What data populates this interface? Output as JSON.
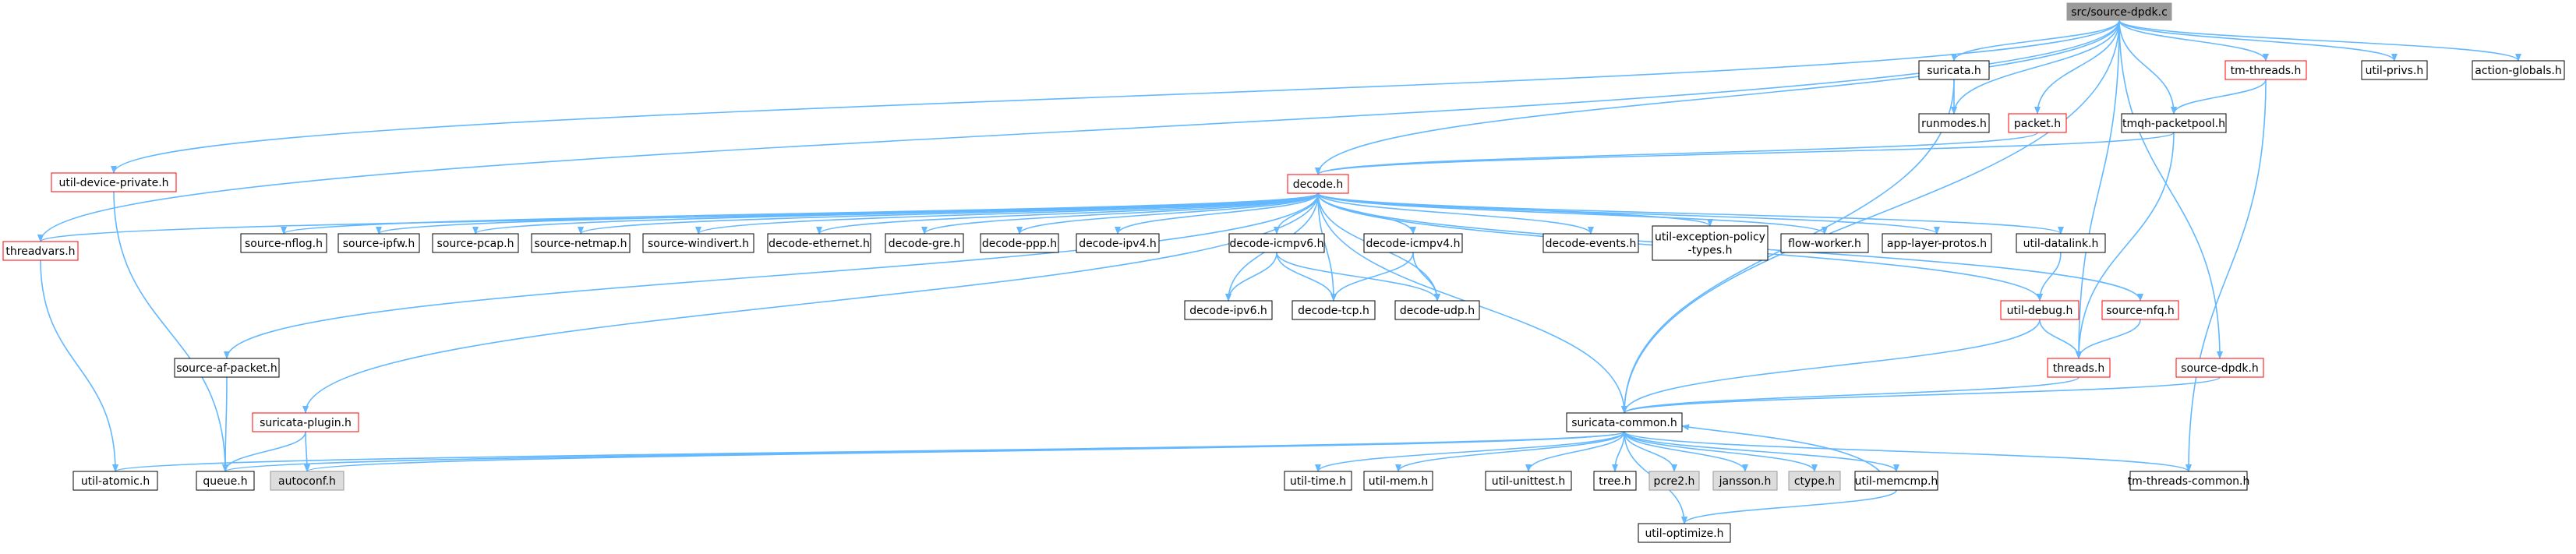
{
  "nodes": [
    {
      "id": "src",
      "label": "src/source-dpdk.c",
      "kind": "root"
    },
    {
      "id": "suricata",
      "label": "suricata.h",
      "kind": "normal"
    },
    {
      "id": "tmthreads",
      "label": "tm-threads.h",
      "kind": "red"
    },
    {
      "id": "utilprivs",
      "label": "util-privs.h",
      "kind": "normal"
    },
    {
      "id": "actionglobals",
      "label": "action-globals.h",
      "kind": "normal"
    },
    {
      "id": "runmodes",
      "label": "runmodes.h",
      "kind": "normal"
    },
    {
      "id": "packet",
      "label": "packet.h",
      "kind": "red"
    },
    {
      "id": "tmqh",
      "label": "tmqh-packetpool.h",
      "kind": "normal"
    },
    {
      "id": "utildevice",
      "label": "util-device-private.h",
      "kind": "red"
    },
    {
      "id": "decode",
      "label": "decode.h",
      "kind": "red"
    },
    {
      "id": "threadvars",
      "label": "threadvars.h",
      "kind": "red"
    },
    {
      "id": "srcnflog",
      "label": "source-nflog.h",
      "kind": "normal"
    },
    {
      "id": "srcipfw",
      "label": "source-ipfw.h",
      "kind": "normal"
    },
    {
      "id": "srcpcap",
      "label": "source-pcap.h",
      "kind": "normal"
    },
    {
      "id": "srcnetmap",
      "label": "source-netmap.h",
      "kind": "normal"
    },
    {
      "id": "srcwindivert",
      "label": "source-windivert.h",
      "kind": "normal"
    },
    {
      "id": "decether",
      "label": "decode-ethernet.h",
      "kind": "normal"
    },
    {
      "id": "decgre",
      "label": "decode-gre.h",
      "kind": "normal"
    },
    {
      "id": "decppp",
      "label": "decode-ppp.h",
      "kind": "normal"
    },
    {
      "id": "decipv4",
      "label": "decode-ipv4.h",
      "kind": "normal"
    },
    {
      "id": "decicmpv6",
      "label": "decode-icmpv6.h",
      "kind": "normal"
    },
    {
      "id": "decicmpv4",
      "label": "decode-icmpv4.h",
      "kind": "normal"
    },
    {
      "id": "decevents",
      "label": "decode-events.h",
      "kind": "normal"
    },
    {
      "id": "utilexc",
      "label": "util-exception-policy\n-types.h",
      "kind": "normal"
    },
    {
      "id": "flowworker",
      "label": "flow-worker.h",
      "kind": "normal"
    },
    {
      "id": "applayer",
      "label": "app-layer-protos.h",
      "kind": "normal"
    },
    {
      "id": "utildatalink",
      "label": "util-datalink.h",
      "kind": "normal"
    },
    {
      "id": "decipv6",
      "label": "decode-ipv6.h",
      "kind": "normal"
    },
    {
      "id": "dectcp",
      "label": "decode-tcp.h",
      "kind": "normal"
    },
    {
      "id": "decudp",
      "label": "decode-udp.h",
      "kind": "normal"
    },
    {
      "id": "utildebug",
      "label": "util-debug.h",
      "kind": "red"
    },
    {
      "id": "srcnfq",
      "label": "source-nfq.h",
      "kind": "red"
    },
    {
      "id": "srcafpacket",
      "label": "source-af-packet.h",
      "kind": "normal"
    },
    {
      "id": "threads",
      "label": "threads.h",
      "kind": "red"
    },
    {
      "id": "srcdpdk",
      "label": "source-dpdk.h",
      "kind": "red"
    },
    {
      "id": "suriplugin",
      "label": "suricata-plugin.h",
      "kind": "red"
    },
    {
      "id": "suricommon",
      "label": "suricata-common.h",
      "kind": "normal"
    },
    {
      "id": "utilatomic",
      "label": "util-atomic.h",
      "kind": "normal"
    },
    {
      "id": "queue",
      "label": "queue.h",
      "kind": "normal"
    },
    {
      "id": "autoconf",
      "label": "autoconf.h",
      "kind": "gray"
    },
    {
      "id": "utiltime",
      "label": "util-time.h",
      "kind": "normal"
    },
    {
      "id": "utilmem",
      "label": "util-mem.h",
      "kind": "normal"
    },
    {
      "id": "utilunittest",
      "label": "util-unittest.h",
      "kind": "normal"
    },
    {
      "id": "tree",
      "label": "tree.h",
      "kind": "normal"
    },
    {
      "id": "pcre2",
      "label": "pcre2.h",
      "kind": "gray"
    },
    {
      "id": "jansson",
      "label": "jansson.h",
      "kind": "gray"
    },
    {
      "id": "ctype",
      "label": "ctype.h",
      "kind": "gray"
    },
    {
      "id": "utilmemcmp",
      "label": "util-memcmp.h",
      "kind": "normal"
    },
    {
      "id": "tmthreadscommon",
      "label": "tm-threads-common.h",
      "kind": "normal"
    },
    {
      "id": "utiloptimize",
      "label": "util-optimize.h",
      "kind": "normal"
    }
  ],
  "edges": [
    [
      "src",
      "suricata"
    ],
    [
      "src",
      "tmthreads"
    ],
    [
      "src",
      "utilprivs"
    ],
    [
      "src",
      "actionglobals"
    ],
    [
      "src",
      "runmodes"
    ],
    [
      "src",
      "packet"
    ],
    [
      "src",
      "tmqh"
    ],
    [
      "src",
      "utildevice"
    ],
    [
      "src",
      "decode"
    ],
    [
      "src",
      "threadvars"
    ],
    [
      "src",
      "threads"
    ],
    [
      "src",
      "srcdpdk"
    ],
    [
      "src",
      "suricommon"
    ],
    [
      "suricata",
      "runmodes"
    ],
    [
      "suricata",
      "suricommon"
    ],
    [
      "tmthreads",
      "tmqh"
    ],
    [
      "tmthreads",
      "tmthreadscommon"
    ],
    [
      "packet",
      "decode"
    ],
    [
      "tmqh",
      "decode"
    ],
    [
      "tmqh",
      "threads"
    ],
    [
      "utildevice",
      "queue"
    ],
    [
      "decode",
      "threadvars"
    ],
    [
      "decode",
      "srcnflog"
    ],
    [
      "decode",
      "srcipfw"
    ],
    [
      "decode",
      "srcpcap"
    ],
    [
      "decode",
      "srcnetmap"
    ],
    [
      "decode",
      "srcwindivert"
    ],
    [
      "decode",
      "decether"
    ],
    [
      "decode",
      "decgre"
    ],
    [
      "decode",
      "decppp"
    ],
    [
      "decode",
      "decipv4"
    ],
    [
      "decode",
      "decicmpv6"
    ],
    [
      "decode",
      "decicmpv4"
    ],
    [
      "decode",
      "decevents"
    ],
    [
      "decode",
      "utilexc"
    ],
    [
      "decode",
      "flowworker"
    ],
    [
      "decode",
      "applayer"
    ],
    [
      "decode",
      "utildatalink"
    ],
    [
      "decode",
      "decipv6"
    ],
    [
      "decode",
      "dectcp"
    ],
    [
      "decode",
      "decudp"
    ],
    [
      "decode",
      "utildebug"
    ],
    [
      "decode",
      "srcnfq"
    ],
    [
      "decode",
      "srcafpacket"
    ],
    [
      "decode",
      "suriplugin"
    ],
    [
      "decode",
      "suricommon"
    ],
    [
      "decicmpv6",
      "decipv6"
    ],
    [
      "decicmpv6",
      "dectcp"
    ],
    [
      "decicmpv6",
      "decudp"
    ],
    [
      "decicmpv4",
      "dectcp"
    ],
    [
      "decicmpv4",
      "decudp"
    ],
    [
      "utildatalink",
      "utildebug"
    ],
    [
      "utildebug",
      "threads"
    ],
    [
      "utildebug",
      "suricommon"
    ],
    [
      "srcnfq",
      "threads"
    ],
    [
      "threads",
      "suricommon"
    ],
    [
      "srcdpdk",
      "suricommon"
    ],
    [
      "srcafpacket",
      "queue"
    ],
    [
      "suriplugin",
      "queue"
    ],
    [
      "suriplugin",
      "autoconf"
    ],
    [
      "threadvars",
      "utilatomic"
    ],
    [
      "suricommon",
      "utilatomic"
    ],
    [
      "suricommon",
      "queue"
    ],
    [
      "suricommon",
      "autoconf"
    ],
    [
      "suricommon",
      "utiltime"
    ],
    [
      "suricommon",
      "utilmem"
    ],
    [
      "suricommon",
      "utilunittest"
    ],
    [
      "suricommon",
      "tree"
    ],
    [
      "suricommon",
      "pcre2"
    ],
    [
      "suricommon",
      "jansson"
    ],
    [
      "suricommon",
      "ctype"
    ],
    [
      "suricommon",
      "utilmemcmp"
    ],
    [
      "suricommon",
      "tmthreadscommon"
    ],
    [
      "suricommon",
      "utiloptimize"
    ],
    [
      "utilmemcmp",
      "utiloptimize"
    ],
    [
      "utilmemcmp",
      "suricommon"
    ]
  ],
  "colors": {
    "edge": "#63b8ff",
    "root_fill": "#999999",
    "gray_fill": "#dddddd",
    "normal_stroke": "#000000",
    "red_stroke": "#ff0000",
    "gray_stroke": "#999999"
  }
}
